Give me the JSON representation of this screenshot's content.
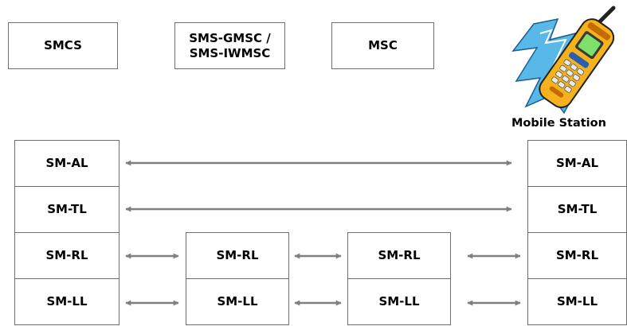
{
  "nodes": {
    "smcs": "SMCS",
    "gmsc_line1": "SMS-GMSC /",
    "gmsc_line2": "SMS-IWMSC",
    "msc": "MSC",
    "mobile_station": "Mobile Station"
  },
  "layers": {
    "al": "SM-AL",
    "tl": "SM-TL",
    "rl": "SM-RL",
    "ll": "SM-LL"
  },
  "colors": {
    "box_border": "#6e6e6e",
    "arrow": "#808080",
    "phone_body": "#f5b21c",
    "phone_blue": "#58b8e8"
  },
  "icons": {
    "mobile_station": "mobile-phone-icon"
  }
}
